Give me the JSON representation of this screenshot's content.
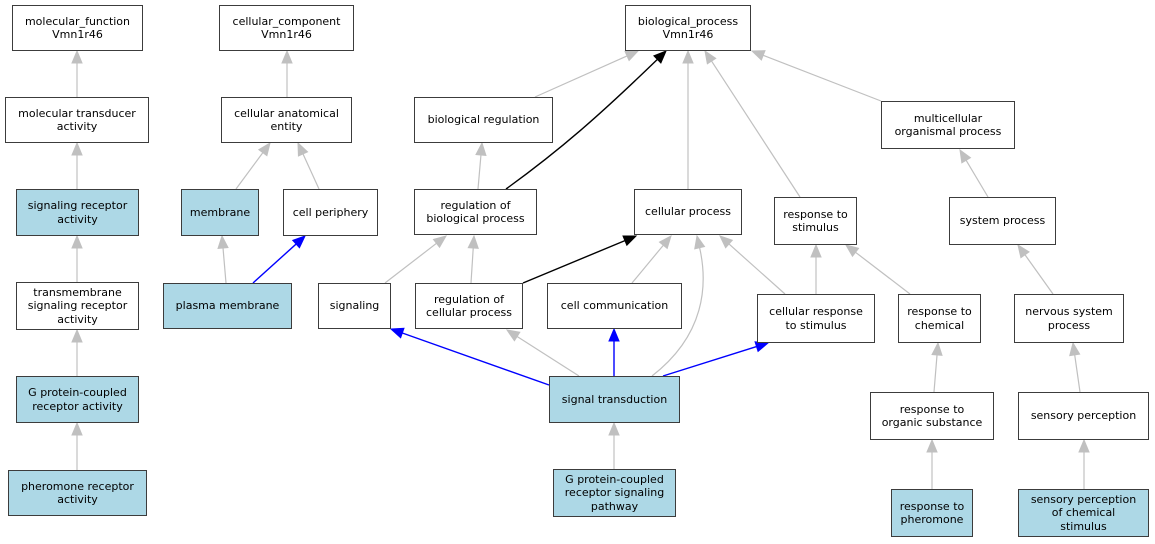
{
  "colors": {
    "highlight_fill": "#add8e6",
    "default_fill": "#ffffff",
    "gray_edge": "#c0c0c0",
    "blue_edge": "#0000ff",
    "black_edge": "#000000"
  },
  "nodes": [
    {
      "id": "mf",
      "label": "molecular_function\nVmn1r46",
      "highlighted": false
    },
    {
      "id": "cc",
      "label": "cellular_component\nVmn1r46",
      "highlighted": false
    },
    {
      "id": "bp",
      "label": "biological_process\nVmn1r46",
      "highlighted": false
    },
    {
      "id": "mta",
      "label": "molecular transducer\nactivity",
      "highlighted": false
    },
    {
      "id": "cae",
      "label": "cellular anatomical\nentity",
      "highlighted": false
    },
    {
      "id": "breg",
      "label": "biological regulation",
      "highlighted": false
    },
    {
      "id": "mop",
      "label": "multicellular\norganismal process",
      "highlighted": false
    },
    {
      "id": "sra",
      "label": "signaling receptor\nactivity",
      "highlighted": true
    },
    {
      "id": "membrane",
      "label": "membrane",
      "highlighted": true
    },
    {
      "id": "cellper",
      "label": "cell periphery",
      "highlighted": false
    },
    {
      "id": "regbp",
      "label": "regulation of\nbiological process",
      "highlighted": false
    },
    {
      "id": "cellproc",
      "label": "cellular process",
      "highlighted": false
    },
    {
      "id": "rts",
      "label": "response to\nstimulus",
      "highlighted": false
    },
    {
      "id": "sysproc",
      "label": "system process",
      "highlighted": false
    },
    {
      "id": "tsra",
      "label": "transmembrane\nsignaling receptor\nactivity",
      "highlighted": false
    },
    {
      "id": "pm",
      "label": "plasma membrane",
      "highlighted": true
    },
    {
      "id": "signaling",
      "label": "signaling",
      "highlighted": false
    },
    {
      "id": "regcp",
      "label": "regulation of\ncellular process",
      "highlighted": false
    },
    {
      "id": "cellcomm",
      "label": "cell communication",
      "highlighted": false
    },
    {
      "id": "crs",
      "label": "cellular response\nto stimulus",
      "highlighted": false
    },
    {
      "id": "rtc",
      "label": "response to\nchemical",
      "highlighted": false
    },
    {
      "id": "nsp",
      "label": "nervous system\nprocess",
      "highlighted": false
    },
    {
      "id": "gpcra",
      "label": "G protein-coupled\nreceptor activity",
      "highlighted": true
    },
    {
      "id": "st",
      "label": "signal transduction",
      "highlighted": true
    },
    {
      "id": "ros",
      "label": "response to\norganic substance",
      "highlighted": false
    },
    {
      "id": "sp",
      "label": "sensory perception",
      "highlighted": false
    },
    {
      "id": "pra",
      "label": "pheromone receptor\nactivity",
      "highlighted": true
    },
    {
      "id": "gpcrsp",
      "label": "G protein-coupled\nreceptor signaling\npathway",
      "highlighted": true
    },
    {
      "id": "rtp",
      "label": "response to\npheromone",
      "highlighted": true
    },
    {
      "id": "spcs",
      "label": "sensory perception\nof chemical\nstimulus",
      "highlighted": true
    }
  ],
  "edges": [
    {
      "from": "mta",
      "to": "mf",
      "color": "gray"
    },
    {
      "from": "sra",
      "to": "mta",
      "color": "gray"
    },
    {
      "from": "tsra",
      "to": "sra",
      "color": "gray"
    },
    {
      "from": "gpcra",
      "to": "tsra",
      "color": "gray"
    },
    {
      "from": "pra",
      "to": "gpcra",
      "color": "gray"
    },
    {
      "from": "cae",
      "to": "cc",
      "color": "gray"
    },
    {
      "from": "membrane",
      "to": "cae",
      "color": "gray"
    },
    {
      "from": "cellper",
      "to": "cae",
      "color": "gray"
    },
    {
      "from": "pm",
      "to": "membrane",
      "color": "gray"
    },
    {
      "from": "pm",
      "to": "cellper",
      "color": "blue"
    },
    {
      "from": "breg",
      "to": "bp",
      "color": "gray"
    },
    {
      "from": "regbp",
      "to": "bp",
      "color": "black"
    },
    {
      "from": "cellproc",
      "to": "bp",
      "color": "gray"
    },
    {
      "from": "rts",
      "to": "bp",
      "color": "gray"
    },
    {
      "from": "mop",
      "to": "bp",
      "color": "gray"
    },
    {
      "from": "regbp",
      "to": "breg",
      "color": "gray"
    },
    {
      "from": "signaling",
      "to": "regbp",
      "color": "gray"
    },
    {
      "from": "regcp",
      "to": "regbp",
      "color": "gray"
    },
    {
      "from": "regcp",
      "to": "cellproc",
      "color": "black"
    },
    {
      "from": "cellcomm",
      "to": "cellproc",
      "color": "gray"
    },
    {
      "from": "st",
      "to": "cellproc",
      "color": "gray"
    },
    {
      "from": "crs",
      "to": "cellproc",
      "color": "gray"
    },
    {
      "from": "crs",
      "to": "rts",
      "color": "gray"
    },
    {
      "from": "rtc",
      "to": "rts",
      "color": "gray"
    },
    {
      "from": "sysproc",
      "to": "mop",
      "color": "gray"
    },
    {
      "from": "nsp",
      "to": "sysproc",
      "color": "gray"
    },
    {
      "from": "ros",
      "to": "rtc",
      "color": "gray"
    },
    {
      "from": "sp",
      "to": "nsp",
      "color": "gray"
    },
    {
      "from": "rtp",
      "to": "ros",
      "color": "gray"
    },
    {
      "from": "spcs",
      "to": "sp",
      "color": "gray"
    },
    {
      "from": "st",
      "to": "signaling",
      "color": "blue"
    },
    {
      "from": "st",
      "to": "regcp",
      "color": "gray"
    },
    {
      "from": "st",
      "to": "cellcomm",
      "color": "blue"
    },
    {
      "from": "st",
      "to": "crs",
      "color": "blue"
    },
    {
      "from": "gpcrsp",
      "to": "st",
      "color": "gray"
    }
  ]
}
